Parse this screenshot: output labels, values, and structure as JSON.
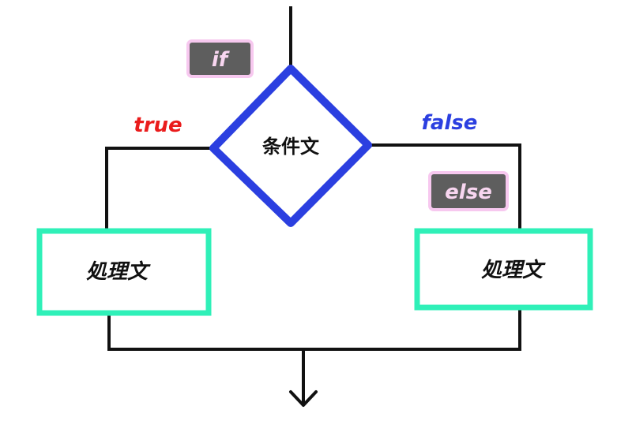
{
  "diagram": {
    "condition_text": "条件文",
    "if_tag": "if",
    "else_tag": "else",
    "true_label": "true",
    "false_label": "false",
    "true_process_text": "処理文",
    "false_process_text": "処理文"
  },
  "colors": {
    "diamond_stroke": "#2b3fe0",
    "process_stroke": "#2ff0b8",
    "line": "#111111",
    "true_label": "#ea1c1c",
    "false_label": "#2b3fe0",
    "tag_fill": "#5e5e5e",
    "tag_border": "#f7c8ef",
    "tag_text": "#f8d6f0"
  }
}
